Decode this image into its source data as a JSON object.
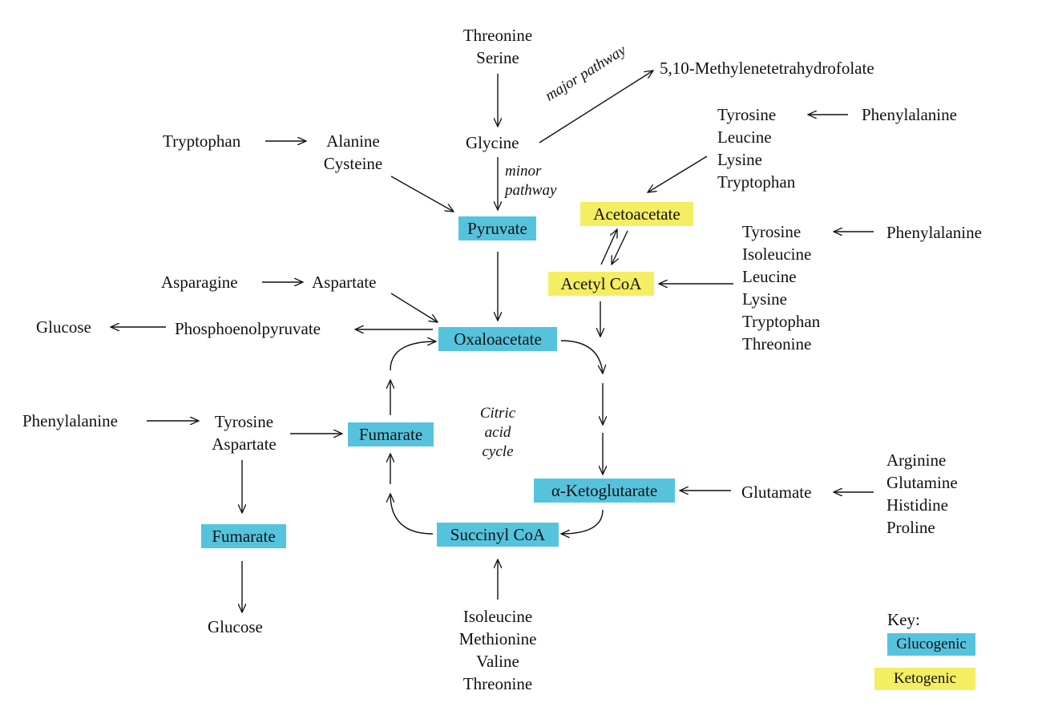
{
  "colors": {
    "glucogenic": "#56c3dd",
    "ketogenic": "#f4ee63"
  },
  "labels": {
    "threonine_serine": "Threonine\nSerine",
    "methylene_thf": "5,10-Methylenetetrahydrofolate",
    "major_pathway": "major pathway",
    "glycine": "Glycine",
    "minor_pathway": "minor\npathway",
    "tryptophan": "Tryptophan",
    "alanine_cysteine": "Alanine\nCysteine",
    "ketogenic_group_1": "Tyrosine\nLeucine\nLysine\nTryptophan",
    "phenylalanine_1": "Phenylalanine",
    "ketogenic_group_2": "Tyrosine\nIsoleucine\nLeucine\nLysine\nTryptophan\nThreonine",
    "phenylalanine_2": "Phenylalanine",
    "asparagine": "Asparagine",
    "aspartate": "Aspartate",
    "glucose_1": "Glucose",
    "phosphoenolpyruvate": "Phosphoenolpyruvate",
    "phenylalanine_3": "Phenylalanine",
    "tyrosine_aspartate": "Tyrosine\nAspartate",
    "citric_acid_cycle": "Citric\nacid\ncycle",
    "glutamate": "Glutamate",
    "glutamate_sources": "Arginine\nGlutamine\nHistidine\nProline",
    "glucose_2": "Glucose",
    "succinyl_sources": "Isoleucine\nMethionine\nValine\nThreonine"
  },
  "boxes": {
    "pyruvate": "Pyruvate",
    "acetoacetate": "Acetoacetate",
    "acetyl_coa": "Acetyl CoA",
    "oxaloacetate": "Oxaloacetate",
    "fumarate_cycle": "Fumarate",
    "alpha_ketoglutarate": "α-Ketoglutarate",
    "succinyl_coa": "Succinyl CoA",
    "fumarate_side": "Fumarate"
  },
  "key": {
    "title": "Key:",
    "glucogenic": "Glucogenic",
    "ketogenic": "Ketogenic"
  }
}
